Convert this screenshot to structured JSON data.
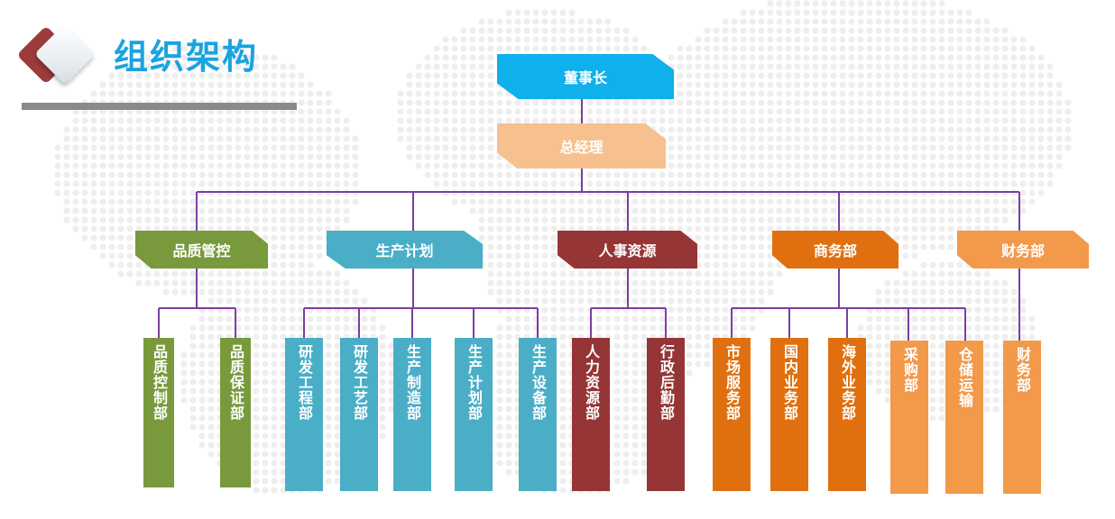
{
  "title": "组织架构",
  "colors": {
    "line": "#7b3fa0",
    "chairman": "#0fb0ec",
    "gm": "#f7c08f",
    "quality": "#789a3c",
    "production": "#4aaec7",
    "hr": "#953535",
    "commerce": "#e0700f",
    "finance": "#f2994a"
  },
  "org": {
    "chairman": {
      "label": "董事长",
      "color": "#0fb0ec"
    },
    "general_manager": {
      "label": "总经理",
      "color": "#f7c08f"
    },
    "divisions": [
      {
        "label": "品质管控",
        "color": "#789a3c",
        "departments": [
          {
            "label": "品质控制部"
          },
          {
            "label": "品质保证部"
          }
        ]
      },
      {
        "label": "生产计划",
        "color": "#4aaec7",
        "departments": [
          {
            "label": "研发工程部"
          },
          {
            "label": "研发工艺部"
          },
          {
            "label": "生产制造部"
          },
          {
            "label": "生产计划部"
          },
          {
            "label": "生产设备部"
          }
        ]
      },
      {
        "label": "人事资源",
        "color": "#953535",
        "departments": [
          {
            "label": "人力资源部"
          },
          {
            "label": "行政后勤部"
          }
        ]
      },
      {
        "label": "商务部",
        "color": "#e0700f",
        "departments": [
          {
            "label": "市场服务部"
          },
          {
            "label": "国内业务部"
          },
          {
            "label": "海外业务部"
          }
        ]
      },
      {
        "label": "财务部",
        "color": "#f2994a",
        "departments": [
          {
            "label": "采购部"
          },
          {
            "label": "仓储运输"
          },
          {
            "label": "财务部"
          }
        ]
      }
    ]
  }
}
